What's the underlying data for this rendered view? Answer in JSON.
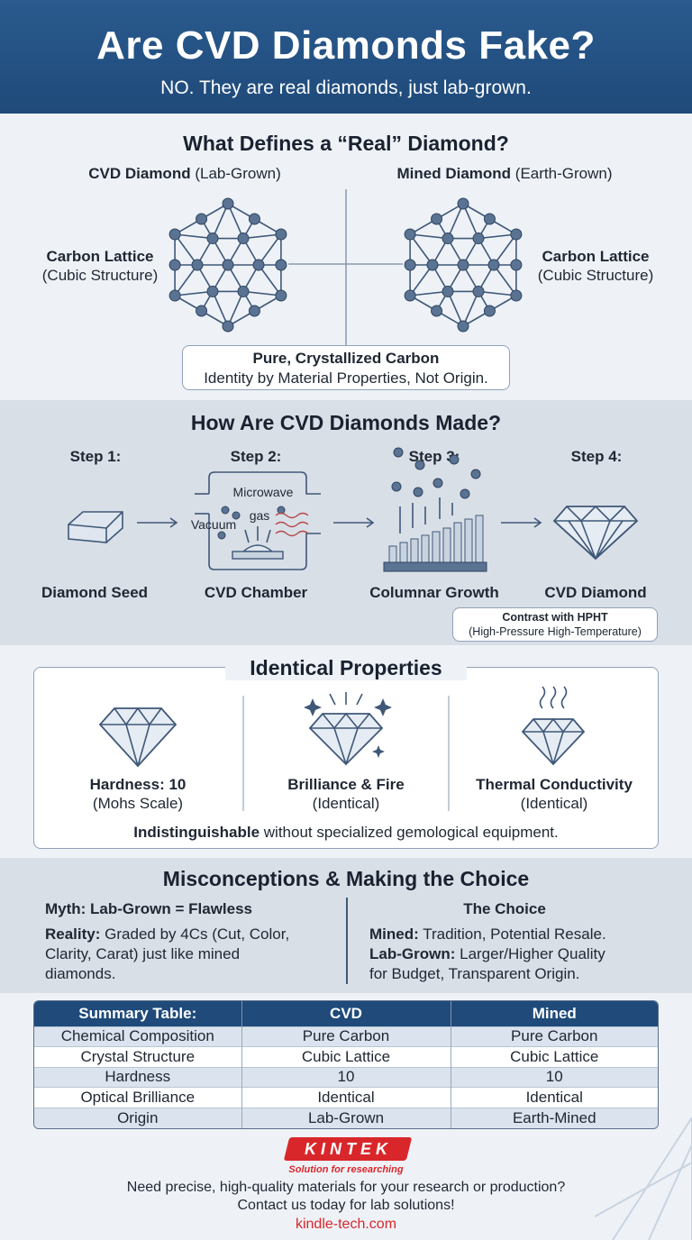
{
  "header": {
    "title": "Are CVD Diamonds Fake?",
    "subtitle": "NO. They are real diamonds, just lab-grown."
  },
  "define": {
    "title": "What Defines a “Real” Diamond?",
    "cvd_name": "CVD Diamond",
    "cvd_sub": "(Lab-Grown)",
    "mined_name": "Mined Diamond",
    "mined_sub": "(Earth-Grown)",
    "lattice_left_1": "Carbon Lattice",
    "lattice_left_2": "(Cubic Structure)",
    "lattice_right_1": "Carbon Lattice",
    "lattice_right_2": "(Cubic Structure)",
    "box_title": "Pure, Crystallized Carbon",
    "box_text": "Identity by Material Properties, Not Origin."
  },
  "made": {
    "title": "How Are CVD Diamonds Made?",
    "steps": [
      {
        "label": "Step 1:",
        "caption": "Diamond Seed"
      },
      {
        "label": "Step 2:",
        "caption": "CVD Chamber"
      },
      {
        "label": "Step 3:",
        "caption": "Columnar Growth"
      },
      {
        "label": "Step 4:",
        "caption": "CVD Diamond"
      }
    ],
    "chamber_microwave": "Microwave",
    "chamber_vacuum": "Vacuum",
    "chamber_gas": "gas",
    "hpht_title": "Contrast with HPHT",
    "hpht_text": "(High-Pressure High-Temperature)"
  },
  "props": {
    "title": "Identical Properties",
    "items": [
      {
        "name": "Hardness: 10",
        "sub": "(Mohs Scale)"
      },
      {
        "name": "Brilliance & Fire",
        "sub": "(Identical)"
      },
      {
        "name": "Thermal Conductivity",
        "sub": "(Identical)"
      }
    ],
    "note_bold": "Indistinguishable",
    "note_rest": " without specialized gemological equipment."
  },
  "myths": {
    "title": "Misconceptions & Making the Choice",
    "myth_title": "Myth: Lab-Grown = Flawless",
    "reality_bold": "Reality:",
    "reality_l1": " Graded by 4Cs (Cut, Color,",
    "reality_l2": "Clarity, Carat) just like mined",
    "reality_l3": "diamonds.",
    "choice_title": "The Choice",
    "mined_bold": "Mined:",
    "mined_text": " Tradition, Potential Resale.",
    "lab_bold": "Lab-Grown:",
    "lab_l1": " Larger/Higher Quality",
    "lab_l2": "for Budget, Transparent Origin."
  },
  "table": {
    "headers": [
      "Summary Table:",
      "CVD",
      "Mined"
    ],
    "rows": [
      [
        "Chemical Composition",
        "Pure Carbon",
        "Pure Carbon"
      ],
      [
        "Crystal Structure",
        "Cubic Lattice",
        "Cubic Lattice"
      ],
      [
        "Hardness",
        "10",
        "10"
      ],
      [
        "Optical Brilliance",
        "Identical",
        "Identical"
      ],
      [
        "Origin",
        "Lab-Grown",
        "Earth-Mined"
      ]
    ]
  },
  "footer": {
    "logo": "KINTEK",
    "tagline": "Solution for researching",
    "line1": "Need precise, high-quality materials for your research or production?",
    "line2": "Contact us today for lab solutions!",
    "url": "kindle-tech.com"
  },
  "colors": {
    "header_bg": "#1f4a7a",
    "accent_red": "#d9262b",
    "section_alt": "#d9dfe7"
  }
}
